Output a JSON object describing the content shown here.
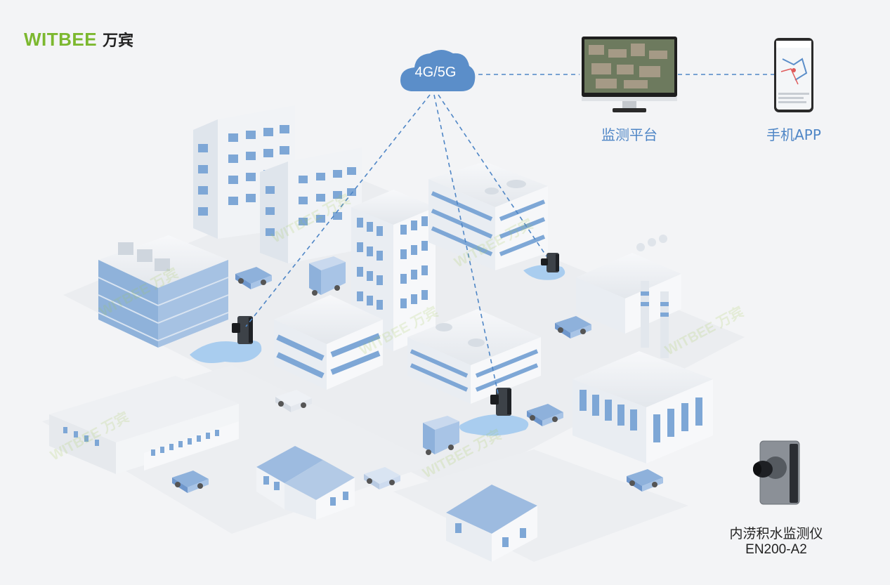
{
  "brand": {
    "name_en": "WITBEE",
    "name_cn": "万宾"
  },
  "network": {
    "label": "4G/5G"
  },
  "platform": {
    "label": "监测平台"
  },
  "mobile_app": {
    "label": "手机APP"
  },
  "device": {
    "name": "内涝积水监测仪",
    "model": "EN200-A2"
  },
  "watermark": "WITBEE 万宾",
  "colors": {
    "brand_green": "#7cb82f",
    "accent_blue": "#4f86c6",
    "cloud": "#5b8ec9",
    "water": "#a9cdef",
    "building_face": "#e8ecf1",
    "window": "#7ea7d6"
  }
}
